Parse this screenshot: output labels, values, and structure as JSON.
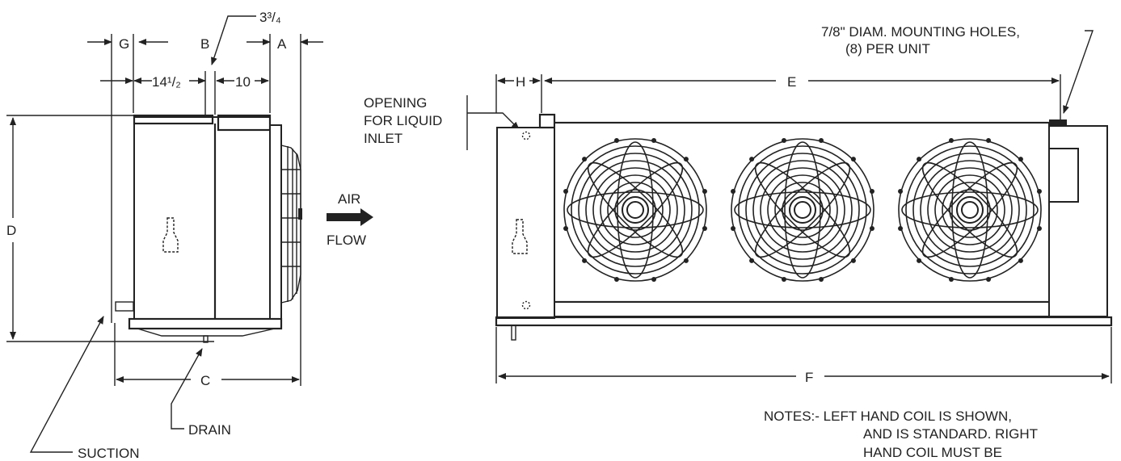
{
  "labels": {
    "g": "G",
    "b": "B",
    "three_three_quarter": "3³/₄",
    "a": "A",
    "fourteen_half": "14¹/₂",
    "ten": "10",
    "d": "D",
    "c": "C",
    "drain": "DRAIN",
    "suction": "SUCTION",
    "air": "AIR",
    "flow": "FLOW",
    "h": "H",
    "e": "E",
    "f": "F",
    "opening_1": "OPENING",
    "opening_2": "FOR LIQUID",
    "opening_3": "INLET",
    "mounting_1": "7/8\" DIAM. MOUNTING HOLES,",
    "mounting_2": "(8) PER UNIT",
    "notes_1": "NOTES:- LEFT HAND COIL IS SHOWN,",
    "notes_2": "AND IS STANDARD.  RIGHT",
    "notes_3": "HAND COIL MUST BE"
  },
  "fans": {
    "count": 3
  }
}
